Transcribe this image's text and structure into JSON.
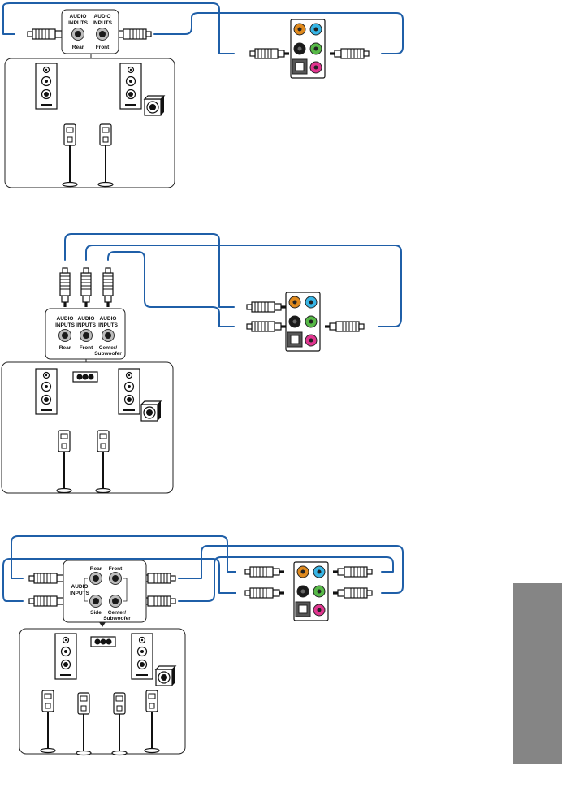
{
  "labels": {
    "audio_inputs": "AUDIO INPUTS",
    "audio_inputs_line1": "AUDIO",
    "audio_inputs_line2": "INPUTS",
    "rear": "Rear",
    "front": "Front",
    "center_subwoofer_line1": "Center/",
    "center_subwoofer_line2": "Subwoofer",
    "side": "Side"
  },
  "io_panel": {
    "jack_colors": {
      "orange": "#e08a1e",
      "light_blue": "#38b6e6",
      "black": "#1a1a1a",
      "lime": "#57b947",
      "pink": "#e0358f",
      "optical": "#555555"
    }
  },
  "colors": {
    "cable": "#1f5fa8",
    "side_tab": "#858585"
  },
  "icons": [
    "speaker-icon",
    "subwoofer-icon",
    "satellite-speaker-icon",
    "center-speaker-icon",
    "audio-jack-icon",
    "optical-port-icon",
    "plug-icon"
  ]
}
